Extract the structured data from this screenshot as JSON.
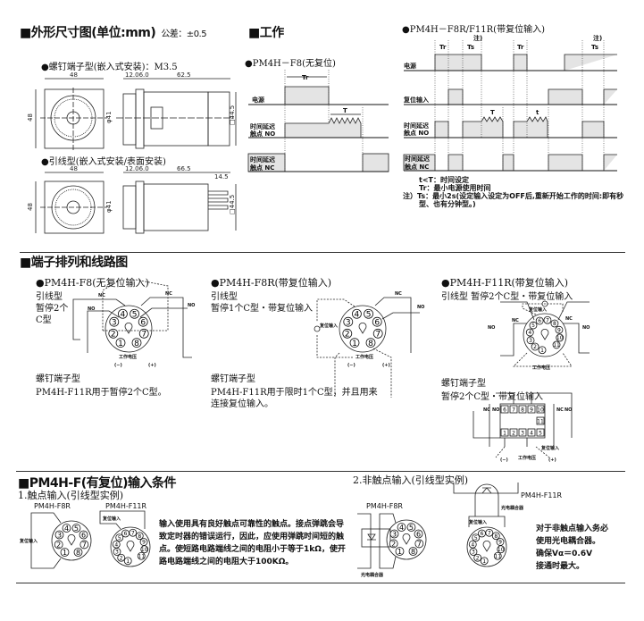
{
  "dimensions": {
    "title": "■外形尺寸图(单位:mm)",
    "tolerance": "公差：±0.5",
    "screw_type": "●螺钉端子型(嵌入式安装)：M3.5",
    "lead_type": "●引线型(嵌入式安装/表面安装)",
    "dim_48": "48",
    "dim_12": "12.06.0",
    "dim_62": "62.5",
    "dim_66": "66.5",
    "dim_14": "14.5",
    "dim_phi41": "φ41",
    "dim_sq": "□44.5",
    "dim_height": "48"
  },
  "operation": {
    "title": "■工作",
    "f8_title": "●PM4H－F8(无复位)",
    "f8r_title": "●PM4H－F8R/F11R(带复位输入)",
    "row_power": "电源",
    "row_reset": "复位输入",
    "row_no_1": "时间延迟",
    "row_no_2": "触点  NO",
    "row_nc_1": "时间延迟",
    "row_nc_2": "触点  NC",
    "tr": "Tr",
    "t": "T",
    "t_small": "t",
    "ts": "Ts",
    "note_mark": "注)",
    "note1": "t<T：时间设定",
    "note2": "Tr：最小电源使用时间",
    "note3": "注）Ts：最小2s(设定输入设定为OFF后,重新开始工作的时间:即有秒",
    "note4": "型、也有分钟型。)"
  },
  "wiring": {
    "title": "■端子排列和线路图",
    "f8": {
      "title": "●PM4H-F8(无复位输入)",
      "line1": "引线型",
      "line2": "暂停2个",
      "line3": "C型",
      "screw": "螺钉端子型",
      "desc": "PM4H-F11R用于暂停2个C型。"
    },
    "f8r": {
      "title": "●PM4H-F8R(带复位输入)",
      "line1": "引线型",
      "line2": "暂停1个C型・带复位输入",
      "screw": "螺钉端子型",
      "desc1": "PM4H-F11R用于限时1个C型，并且用来",
      "desc2": "连接复位输入。"
    },
    "f11r": {
      "title": "●PM4H-F11R(带复位输入)",
      "line1": "引线型    暂停2个C型・带复位输入",
      "screw": "螺钉端子型",
      "desc": "暂停2个C型・带复位输入"
    },
    "nc": "NC",
    "no": "NO",
    "work_voltage": "工作电压",
    "minus": "(−)",
    "plus": "(+)",
    "reset_input": "复位输入",
    "pins8": [
      "1",
      "2",
      "3",
      "4",
      "5",
      "6",
      "7",
      "8"
    ],
    "pins11": [
      "1",
      "2",
      "3",
      "4",
      "5",
      "6",
      "7",
      "8",
      "9",
      "10",
      "11"
    ],
    "terminal_top": [
      "6",
      "7",
      "8",
      "9",
      "10"
    ],
    "terminal_mid": "11",
    "terminal_bottom": [
      "1",
      "2",
      "3",
      "4",
      "5"
    ]
  },
  "input_cond": {
    "title": "■PM4H-F(有复位)输入条件",
    "contact_title": "1.触点输入(引线型实例)",
    "noncontact_title": "2.非触点输入(引线型实例)",
    "model_f8r": "PM4H-F8R",
    "model_f11r": "PM4H-F11R",
    "reset_input": "复位输入",
    "optocoupler": "光电耦合器",
    "contact_text": "输入使用具有良好触点可靠性的触点。接点弹跳会导致定时器的错误运行，因此，应使用弹跳时间短的触点。使短路电路端线之间的电阻小于等于1kΩ，使开路电路端线之间的电阻大于100KΩ。",
    "noncontact_1": "对于非触点输入务必",
    "noncontact_2": "使用光电耦合器。",
    "noncontact_3": "确保Vα＝0.6V",
    "noncontact_4": "接通时最大。"
  }
}
